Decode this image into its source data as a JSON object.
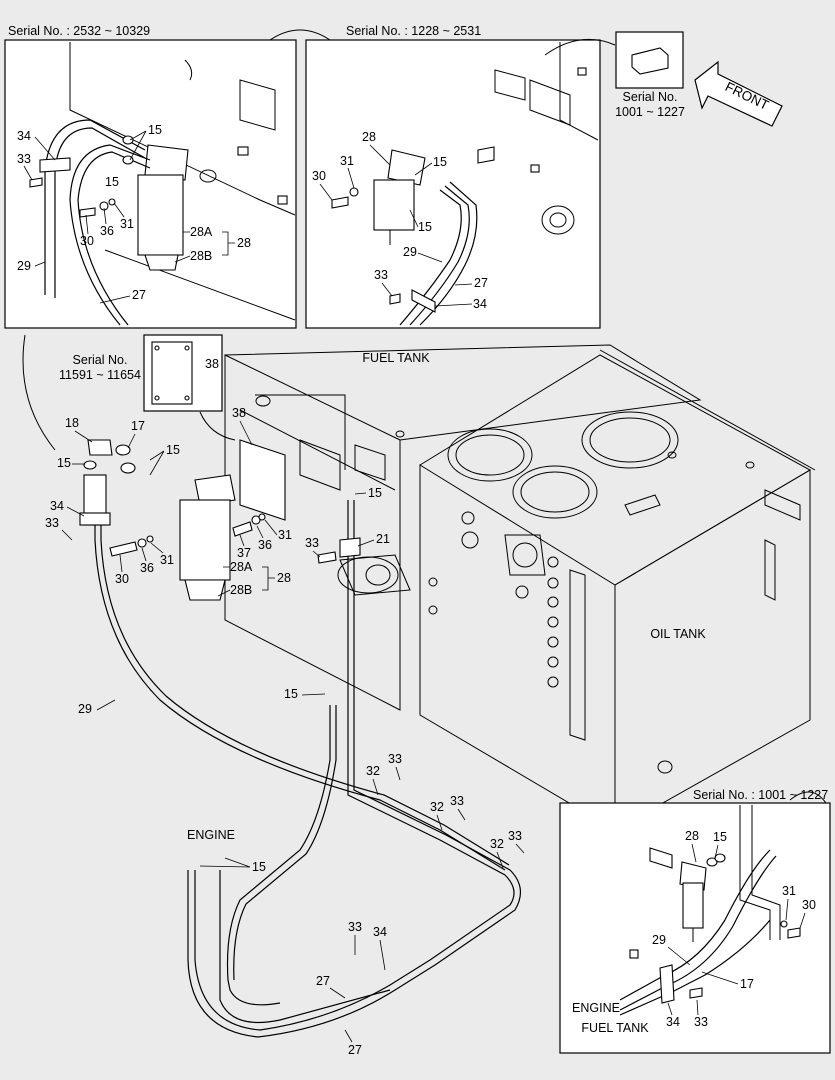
{
  "inset_top_left": {
    "serial": "Serial No. : 2532 ~ 10329"
  },
  "inset_top_middle": {
    "serial": "Serial No. : 1228 ~ 2531"
  },
  "inset_small_top_right": {
    "serial_line1": "Serial No.",
    "serial_line2": "1001 ~ 1227"
  },
  "front_arrow": {
    "label": "FRONT"
  },
  "inset_plate": {
    "serial_line1": "Serial No.",
    "serial_line2": "11591 ~ 11654",
    "part": "38"
  },
  "inset_bottom_right": {
    "serial": "Serial No. : 1001 ~ 1227",
    "engine": "ENGINE",
    "fuel_tank": "FUEL TANK"
  },
  "main": {
    "fuel_tank": "FUEL TANK",
    "oil_tank": "OIL TANK",
    "engine": "ENGINE"
  },
  "callouts": {
    "tl": [
      "34",
      "15",
      "33",
      "15",
      "30",
      "36",
      "31",
      "28A",
      "28",
      "28B",
      "29",
      "27"
    ],
    "tm": [
      "28",
      "15",
      "31",
      "30",
      "15",
      "29",
      "27",
      "33",
      "34"
    ],
    "main": [
      "38",
      "18",
      "17",
      "15",
      "15",
      "34",
      "33",
      "30",
      "36",
      "31",
      "37",
      "36",
      "31",
      "28A",
      "28",
      "28B",
      "15",
      "33",
      "21",
      "29",
      "15",
      "33",
      "32",
      "32",
      "33",
      "32",
      "33",
      "15",
      "33",
      "34",
      "27",
      "27"
    ],
    "br": [
      "28",
      "15",
      "31",
      "30",
      "29",
      "17",
      "34",
      "33"
    ]
  },
  "colors": {
    "background": "#ebebeb",
    "line": "#000000",
    "paper": "#ffffff"
  }
}
